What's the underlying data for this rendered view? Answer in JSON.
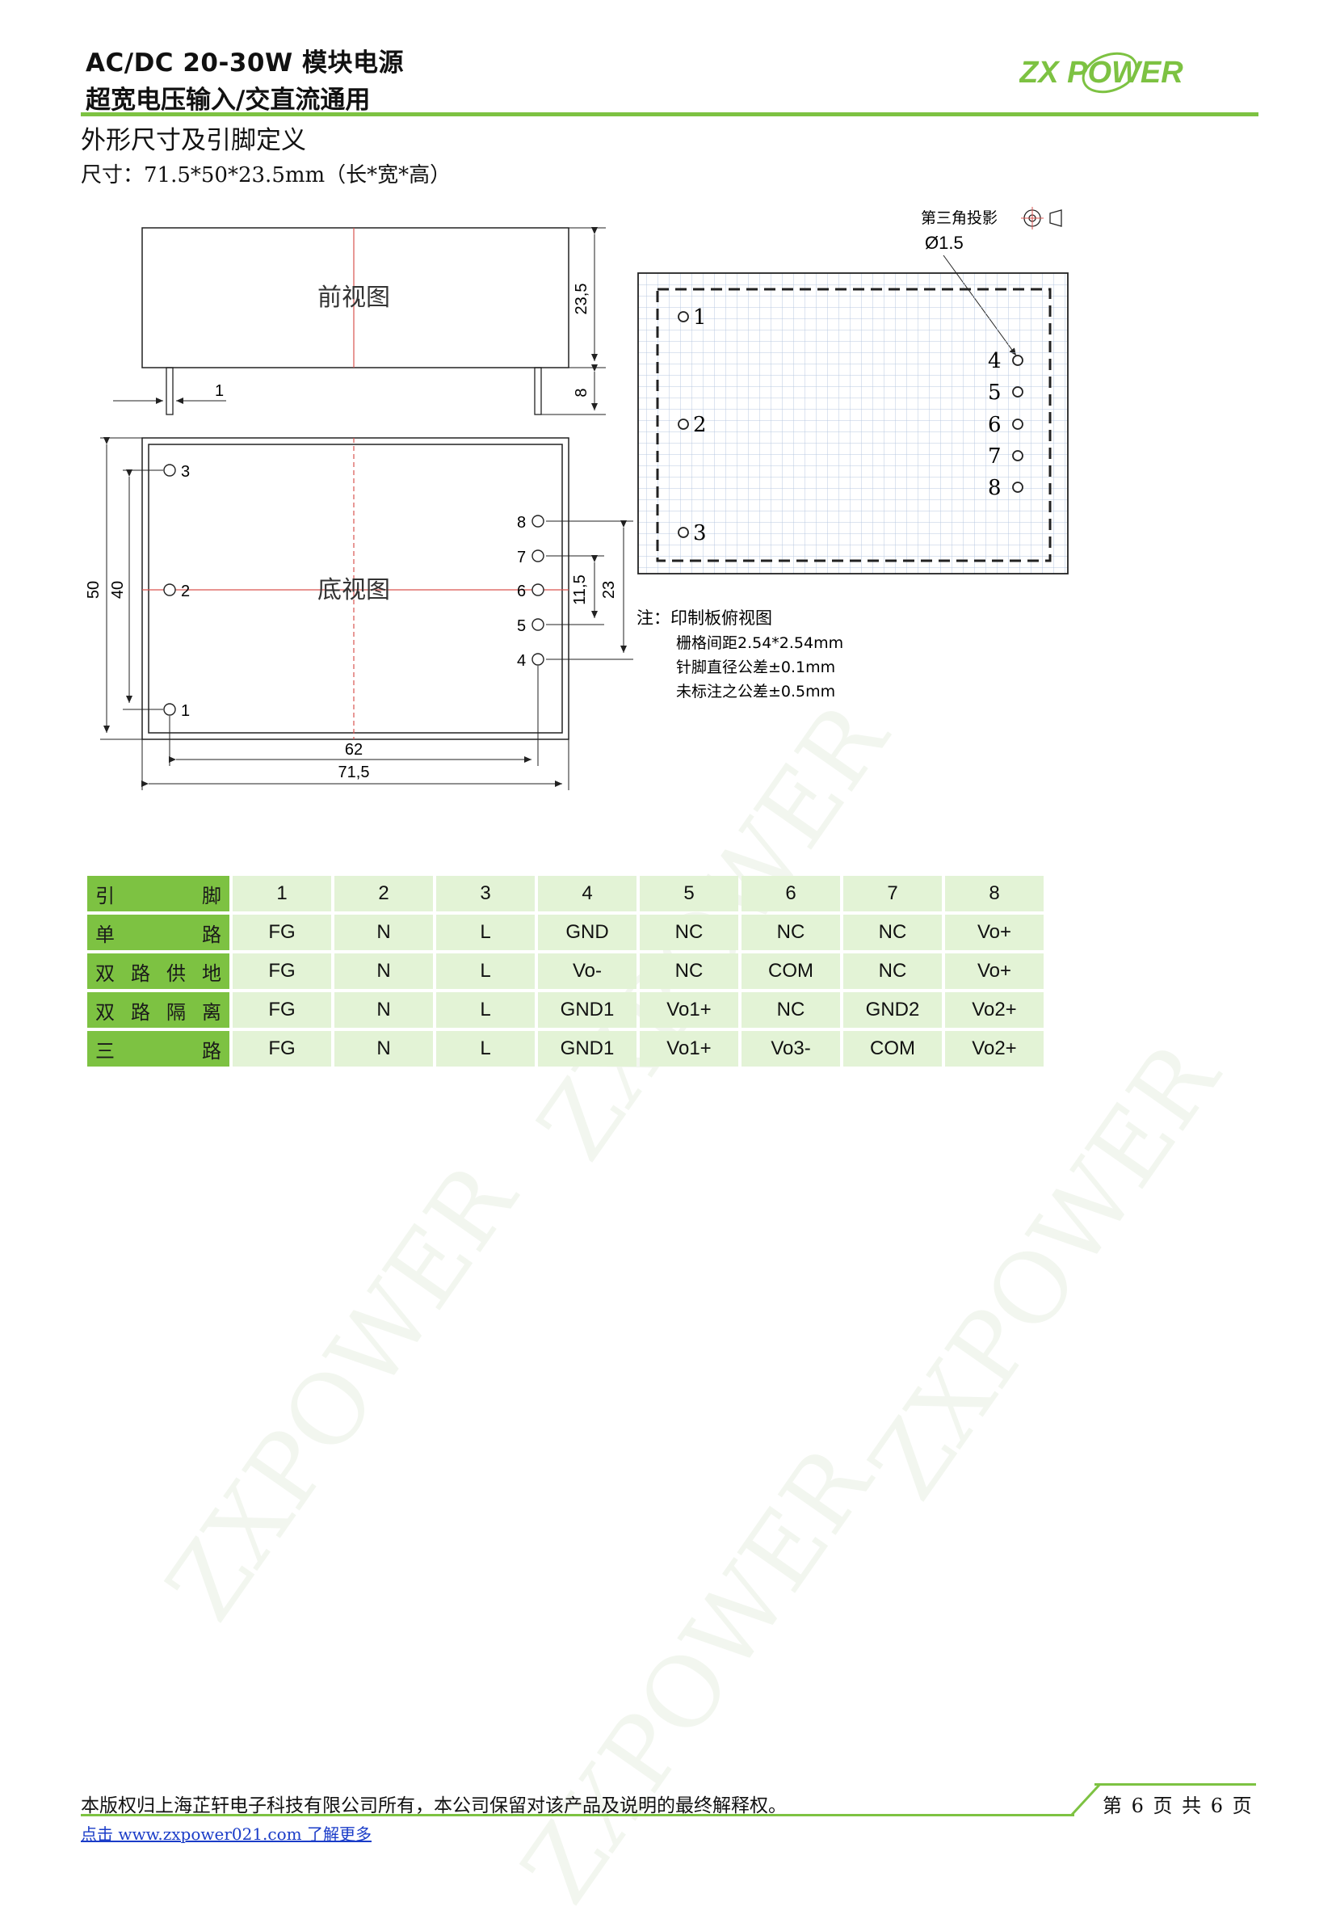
{
  "header": {
    "title_line1": "AC/DC 20-30W  模块电源",
    "title_line2": "超宽电压输入/交直流通用",
    "logo_text": "ZX POWER"
  },
  "section": {
    "title": "外形尺寸及引脚定义",
    "size_text": "尺寸：71.5*50*23.5mm（长*宽*高）"
  },
  "drawing": {
    "front_view_label": "前视图",
    "bottom_view_label": "底视图",
    "dim_height": "23,5",
    "dim_pin_length": "8",
    "dim_pin_width": "1",
    "dim_width_total": "50",
    "dim_width_inner": "40",
    "dim_length_inner": "62",
    "dim_length_total": "71,5",
    "dim_pin_span": "23",
    "dim_pin_pitch": "11,5",
    "bottom_pins_left": [
      "3",
      "2",
      "1"
    ],
    "bottom_pins_right": [
      "8",
      "7",
      "6",
      "5",
      "4"
    ],
    "projection_label": "第三角投影",
    "hole_diameter": "Ø1.5",
    "pcb_pins_left": [
      "1",
      "2",
      "3"
    ],
    "pcb_pins_right": [
      "4",
      "5",
      "6",
      "7",
      "8"
    ],
    "notes": [
      "注：印制板俯视图",
      "栅格间距2.54*2.54mm",
      "针脚直径公差±0.1mm",
      "未标注之公差±0.5mm"
    ]
  },
  "pin_table": {
    "header_label": "引脚",
    "pin_numbers": [
      "1",
      "2",
      "3",
      "4",
      "5",
      "6",
      "7",
      "8"
    ],
    "rows": [
      {
        "label": "单路",
        "values": [
          "FG",
          "N",
          "L",
          "GND",
          "NC",
          "NC",
          "NC",
          "Vo+"
        ]
      },
      {
        "label": "双路供地",
        "values": [
          "FG",
          "N",
          "L",
          "Vo-",
          "NC",
          "COM",
          "NC",
          "Vo+"
        ]
      },
      {
        "label": "双路隔离",
        "values": [
          "FG",
          "N",
          "L",
          "GND1",
          "Vo1+",
          "NC",
          "GND2",
          "Vo2+"
        ]
      },
      {
        "label": "三路",
        "values": [
          "FG",
          "N",
          "L",
          "GND1",
          "Vo1+",
          "Vo3-",
          "COM",
          "Vo2+"
        ]
      }
    ]
  },
  "footer": {
    "copyright": "本版权归上海芷轩电子科技有限公司所有，本公司保留对该产品及说明的最终解释权。",
    "link_text": "点击 www.zxpower021.com 了解更多",
    "page_text": "第 6 页 共 6 页"
  },
  "watermark": "ZXPOWER",
  "colors": {
    "accent": "#7dc242",
    "table_fill": "#e3f3d6",
    "center_line": "#d9534f"
  }
}
